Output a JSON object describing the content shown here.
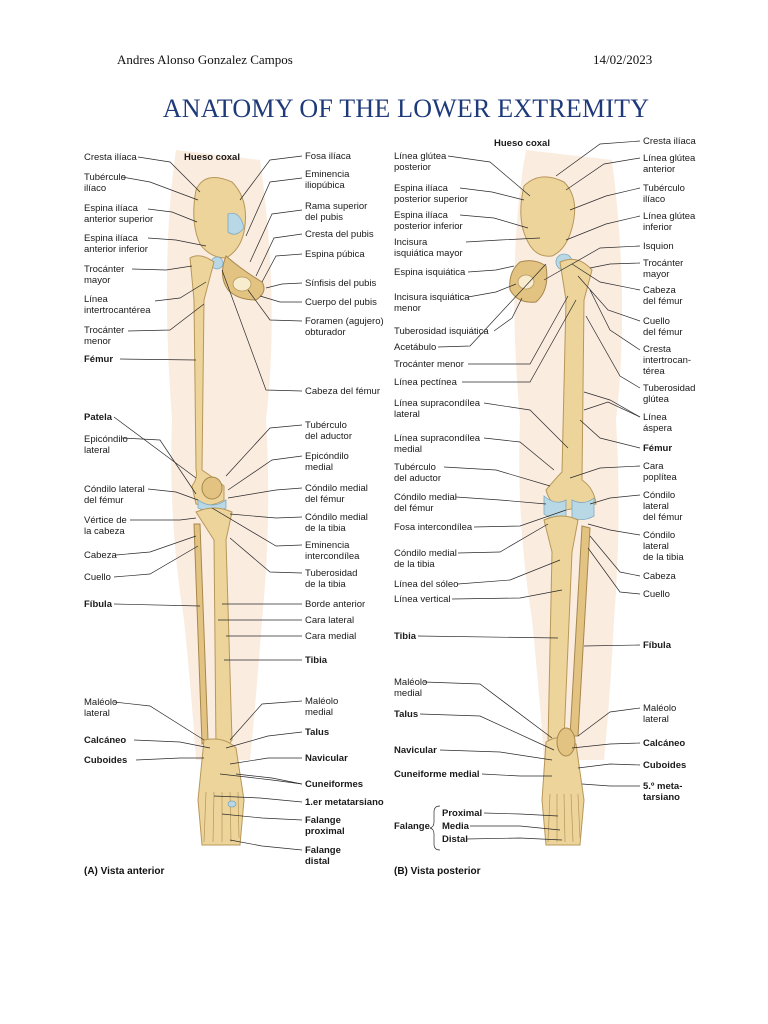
{
  "header": {
    "author": "Andres Alonso Gonzalez Campos",
    "date": "14/02/2023",
    "title": "ANATOMY OF THE LOWER EXTREMITY"
  },
  "figure": {
    "anterior": {
      "caption": "(A) Vista anterior",
      "center_label": "Hueso coxal",
      "left_labels": [
        [
          "Cresta ilíaca"
        ],
        [
          "Tubérculo",
          "ilíaco"
        ],
        [
          "Espina ilíaca",
          "anterior superior"
        ],
        [
          "Espina ilíaca",
          "anterior inferior"
        ],
        [
          "Trocánter",
          "mayor"
        ],
        [
          "Línea",
          "intertrocantérea"
        ],
        [
          "Trocánter",
          "menor"
        ],
        [
          "Fémur"
        ],
        [
          "Patela"
        ],
        [
          "Epicóndilo",
          "lateral"
        ],
        [
          "Cóndilo lateral",
          "del fémur"
        ],
        [
          "Vértice de",
          "la cabeza"
        ],
        [
          "Cabeza"
        ],
        [
          "Cuello"
        ],
        [
          "Fíbula"
        ],
        [
          "Maléolo",
          "lateral"
        ],
        [
          "Calcáneo"
        ],
        [
          "Cuboides"
        ]
      ],
      "right_labels": [
        [
          "Fosa ilíaca"
        ],
        [
          "Eminencia",
          "iliopúbica"
        ],
        [
          "Rama superior",
          "del pubis"
        ],
        [
          "Cresta del pubis"
        ],
        [
          "Espina púbica"
        ],
        [
          "Sínfisis del pubis"
        ],
        [
          "Cuerpo del pubis"
        ],
        [
          "Foramen (agujero)",
          "obturador"
        ],
        [
          "Cabeza del fémur"
        ],
        [
          "Tubérculo",
          "del aductor"
        ],
        [
          "Epicóndilo",
          "medial"
        ],
        [
          "Cóndilo medial",
          "del fémur"
        ],
        [
          "Cóndilo medial",
          "de la tibia"
        ],
        [
          "Eminencia",
          "intercondílea"
        ],
        [
          "Tuberosidad",
          "de la tibia"
        ],
        [
          "Borde anterior"
        ],
        [
          "Cara lateral"
        ],
        [
          "Cara medial"
        ],
        [
          "Tibia"
        ],
        [
          "Maléolo",
          "medial"
        ],
        [
          "Talus"
        ],
        [
          "Navicular"
        ],
        [
          "Cuneiformes"
        ],
        [
          "1.er metatarsiano"
        ],
        [
          "Falange",
          "proximal"
        ],
        [
          "Falange",
          "distal"
        ]
      ]
    },
    "posterior": {
      "caption": "(B) Vista posterior",
      "center_label": "Hueso coxal",
      "left_labels": [
        [
          "Línea glútea",
          "posterior"
        ],
        [
          "Espina ilíaca",
          "posterior superior"
        ],
        [
          "Espina ilíaca",
          "posterior inferior"
        ],
        [
          "Incisura",
          "isquiática mayor"
        ],
        [
          "Espina isquiática"
        ],
        [
          "Incisura isquiática",
          "menor"
        ],
        [
          "Tuberosidad isquiática"
        ],
        [
          "Acetábulo"
        ],
        [
          "Trocánter menor"
        ],
        [
          "Línea pectínea"
        ],
        [
          "Línea supracondílea",
          "lateral"
        ],
        [
          "Línea supracondílea",
          "medial"
        ],
        [
          "Tubérculo",
          "del aductor"
        ],
        [
          "Cóndilo medial",
          "del fémur"
        ],
        [
          "Fosa intercondílea"
        ],
        [
          "Cóndilo medial",
          "de la tibia"
        ],
        [
          "Línea del sóleo"
        ],
        [
          "Línea vertical"
        ],
        [
          "Tibia"
        ],
        [
          "Maléolo",
          "medial"
        ],
        [
          "Talus"
        ],
        [
          "Navicular"
        ],
        [
          "Cuneiforme medial"
        ]
      ],
      "phalanx_group": {
        "label": "Falange",
        "items": [
          "Proximal",
          "Media",
          "Distal"
        ]
      },
      "right_labels": [
        [
          "Cresta ilíaca"
        ],
        [
          "Línea glútea",
          "anterior"
        ],
        [
          "Tubérculo",
          "ilíaco"
        ],
        [
          "Línea glútea",
          "inferior"
        ],
        [
          "Isquion"
        ],
        [
          "Trocánter",
          "mayor"
        ],
        [
          "Cabeza",
          "del fémur"
        ],
        [
          "Cuello",
          "del fémur"
        ],
        [
          "Cresta",
          "intertrocan-",
          "térea"
        ],
        [
          "Tuberosidad",
          "glútea"
        ],
        [
          "Línea",
          "áspera"
        ],
        [
          "Fémur"
        ],
        [
          "Cara",
          "poplítea"
        ],
        [
          "Cóndilo",
          "lateral",
          "del fémur"
        ],
        [
          "Cóndilo",
          "lateral",
          "de la tibia"
        ],
        [
          "Cabeza"
        ],
        [
          "Cuello"
        ],
        [
          "Fíbula"
        ],
        [
          "Maléolo",
          "lateral"
        ],
        [
          "Calcáneo"
        ],
        [
          "Cuboides"
        ],
        [
          "5.º meta-",
          "tarsiano"
        ]
      ]
    }
  },
  "colors": {
    "title": "#1f3a7a",
    "bone": "#ecd49a",
    "cartilage": "#b9d8e6",
    "skin": "#fbece0"
  }
}
